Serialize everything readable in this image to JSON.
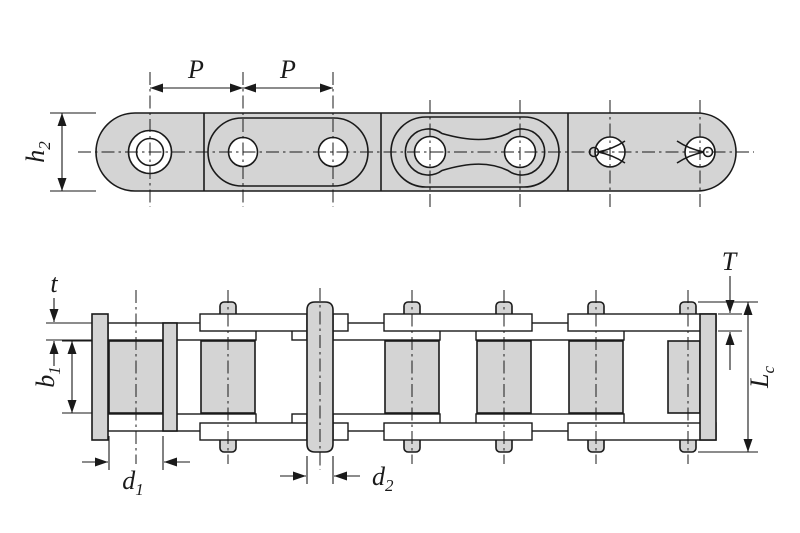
{
  "diagram": {
    "kind": "roller-chain-dimensional-drawing",
    "colors": {
      "part_fill": "#d4d4d4",
      "hole_fill": "#ffffff",
      "line": "#1a1a1a",
      "background": "#ffffff"
    },
    "labels": {
      "pitch_left": "P",
      "pitch_right": "P",
      "plate_height": {
        "main": "h",
        "sub": "2"
      },
      "inner_plate_thickness": "t",
      "outer_plate_thickness": "T",
      "inner_width": {
        "main": "b",
        "sub": "1"
      },
      "pin_length": {
        "main": "L",
        "sub": "c"
      },
      "roller_diameter": {
        "main": "d",
        "sub": "1"
      },
      "pin_diameter": {
        "main": "d",
        "sub": "2"
      }
    }
  }
}
